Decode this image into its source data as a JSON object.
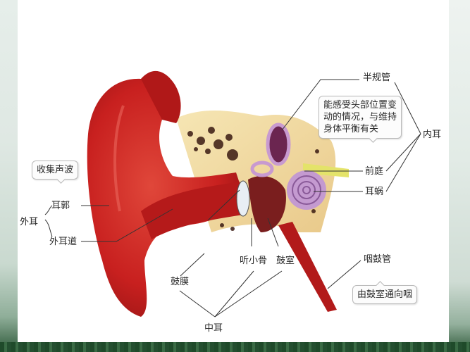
{
  "diagram": {
    "subject": "人耳结构",
    "colors": {
      "ear_red": "#c8201f",
      "bone_cream": "#f1dca0",
      "inner_ear_purple": "#b983c2",
      "background_green": "#2f5a3a",
      "sheet_white": "#ffffff",
      "label_text": "#2a2a2a"
    },
    "groups": {
      "outer_ear": "外耳",
      "middle_ear": "中耳",
      "inner_ear": "内耳"
    },
    "labels": {
      "auricle": "耳郭",
      "ear_canal": "外耳道",
      "eardrum": "鼓膜",
      "ossicles": "听小骨",
      "tympanic_cavity": "鼓室",
      "eustachian_tube": "咽鼓管",
      "semicircular_canals": "半规管",
      "vestibule": "前庭",
      "cochlea": "耳蜗"
    },
    "callouts": {
      "auricle_function": "收集声波",
      "balance_line1": "能感受头部位置变",
      "balance_line2": "动的情况，与维持",
      "balance_line3": "身体平衡有关",
      "eustachian_function": "由鼓室通向咽"
    }
  }
}
